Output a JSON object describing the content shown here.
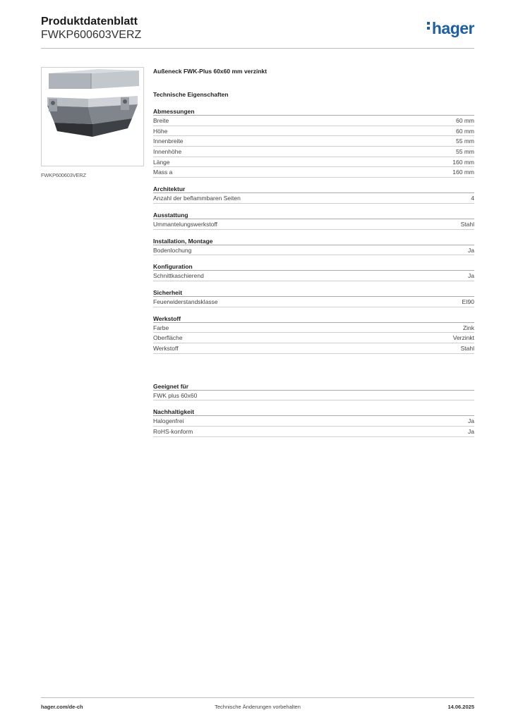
{
  "header": {
    "title": "Produktdatenblatt",
    "code": "FWKP600603VERZ",
    "logo_text": "hager",
    "logo_color": "#1b5fa8"
  },
  "product": {
    "image_caption": "FWKP600603VERZ",
    "name": "Außeneck FWK-Plus 60x60 mm verzinkt",
    "tech_heading": "Technische Eigenschaften"
  },
  "sections": {
    "abmessungen": {
      "title": "Abmessungen",
      "rows": [
        {
          "label": "Breite",
          "value": "60 mm"
        },
        {
          "label": "Höhe",
          "value": "60 mm"
        },
        {
          "label": "Innenbreite",
          "value": "55 mm"
        },
        {
          "label": "Innenhöhe",
          "value": "55 mm"
        },
        {
          "label": "Länge",
          "value": "160 mm"
        },
        {
          "label": "Mass a",
          "value": "160 mm"
        }
      ]
    },
    "architektur": {
      "title": "Architektur",
      "rows": [
        {
          "label": "Anzahl der beflammbaren Seiten",
          "value": "4"
        }
      ]
    },
    "ausstattung": {
      "title": "Ausstattung",
      "rows": [
        {
          "label": "Ummantelungswerkstoff",
          "value": "Stahl"
        }
      ]
    },
    "installation": {
      "title": "Installation, Montage",
      "rows": [
        {
          "label": "Bodenlochung",
          "value": "Ja"
        }
      ]
    },
    "konfiguration": {
      "title": "Konfiguration",
      "rows": [
        {
          "label": "Schnittkaschierend",
          "value": "Ja"
        }
      ]
    },
    "sicherheit": {
      "title": "Sicherheit",
      "rows": [
        {
          "label": "Feuerwiderstandsklasse",
          "value": "EI90"
        }
      ]
    },
    "werkstoff": {
      "title": "Werkstoff",
      "rows": [
        {
          "label": "Farbe",
          "value": "Zink"
        },
        {
          "label": "Oberfläche",
          "value": "Verzinkt"
        },
        {
          "label": "Werkstoff",
          "value": "Stahl"
        }
      ]
    },
    "geeignet": {
      "title": "Geeignet für",
      "rows": [
        {
          "label": "FWK plus 60x60",
          "value": ""
        }
      ]
    },
    "nachhaltigkeit": {
      "title": "Nachhaltigkeit",
      "rows": [
        {
          "label": "Halogenfrei",
          "value": "Ja"
        },
        {
          "label": "RoHS-konform",
          "value": "Ja"
        }
      ]
    }
  },
  "footer": {
    "website": "hager.com/de-ch",
    "notice": "Technische Änderungen vorbehalten",
    "date": "14.06.2025"
  }
}
